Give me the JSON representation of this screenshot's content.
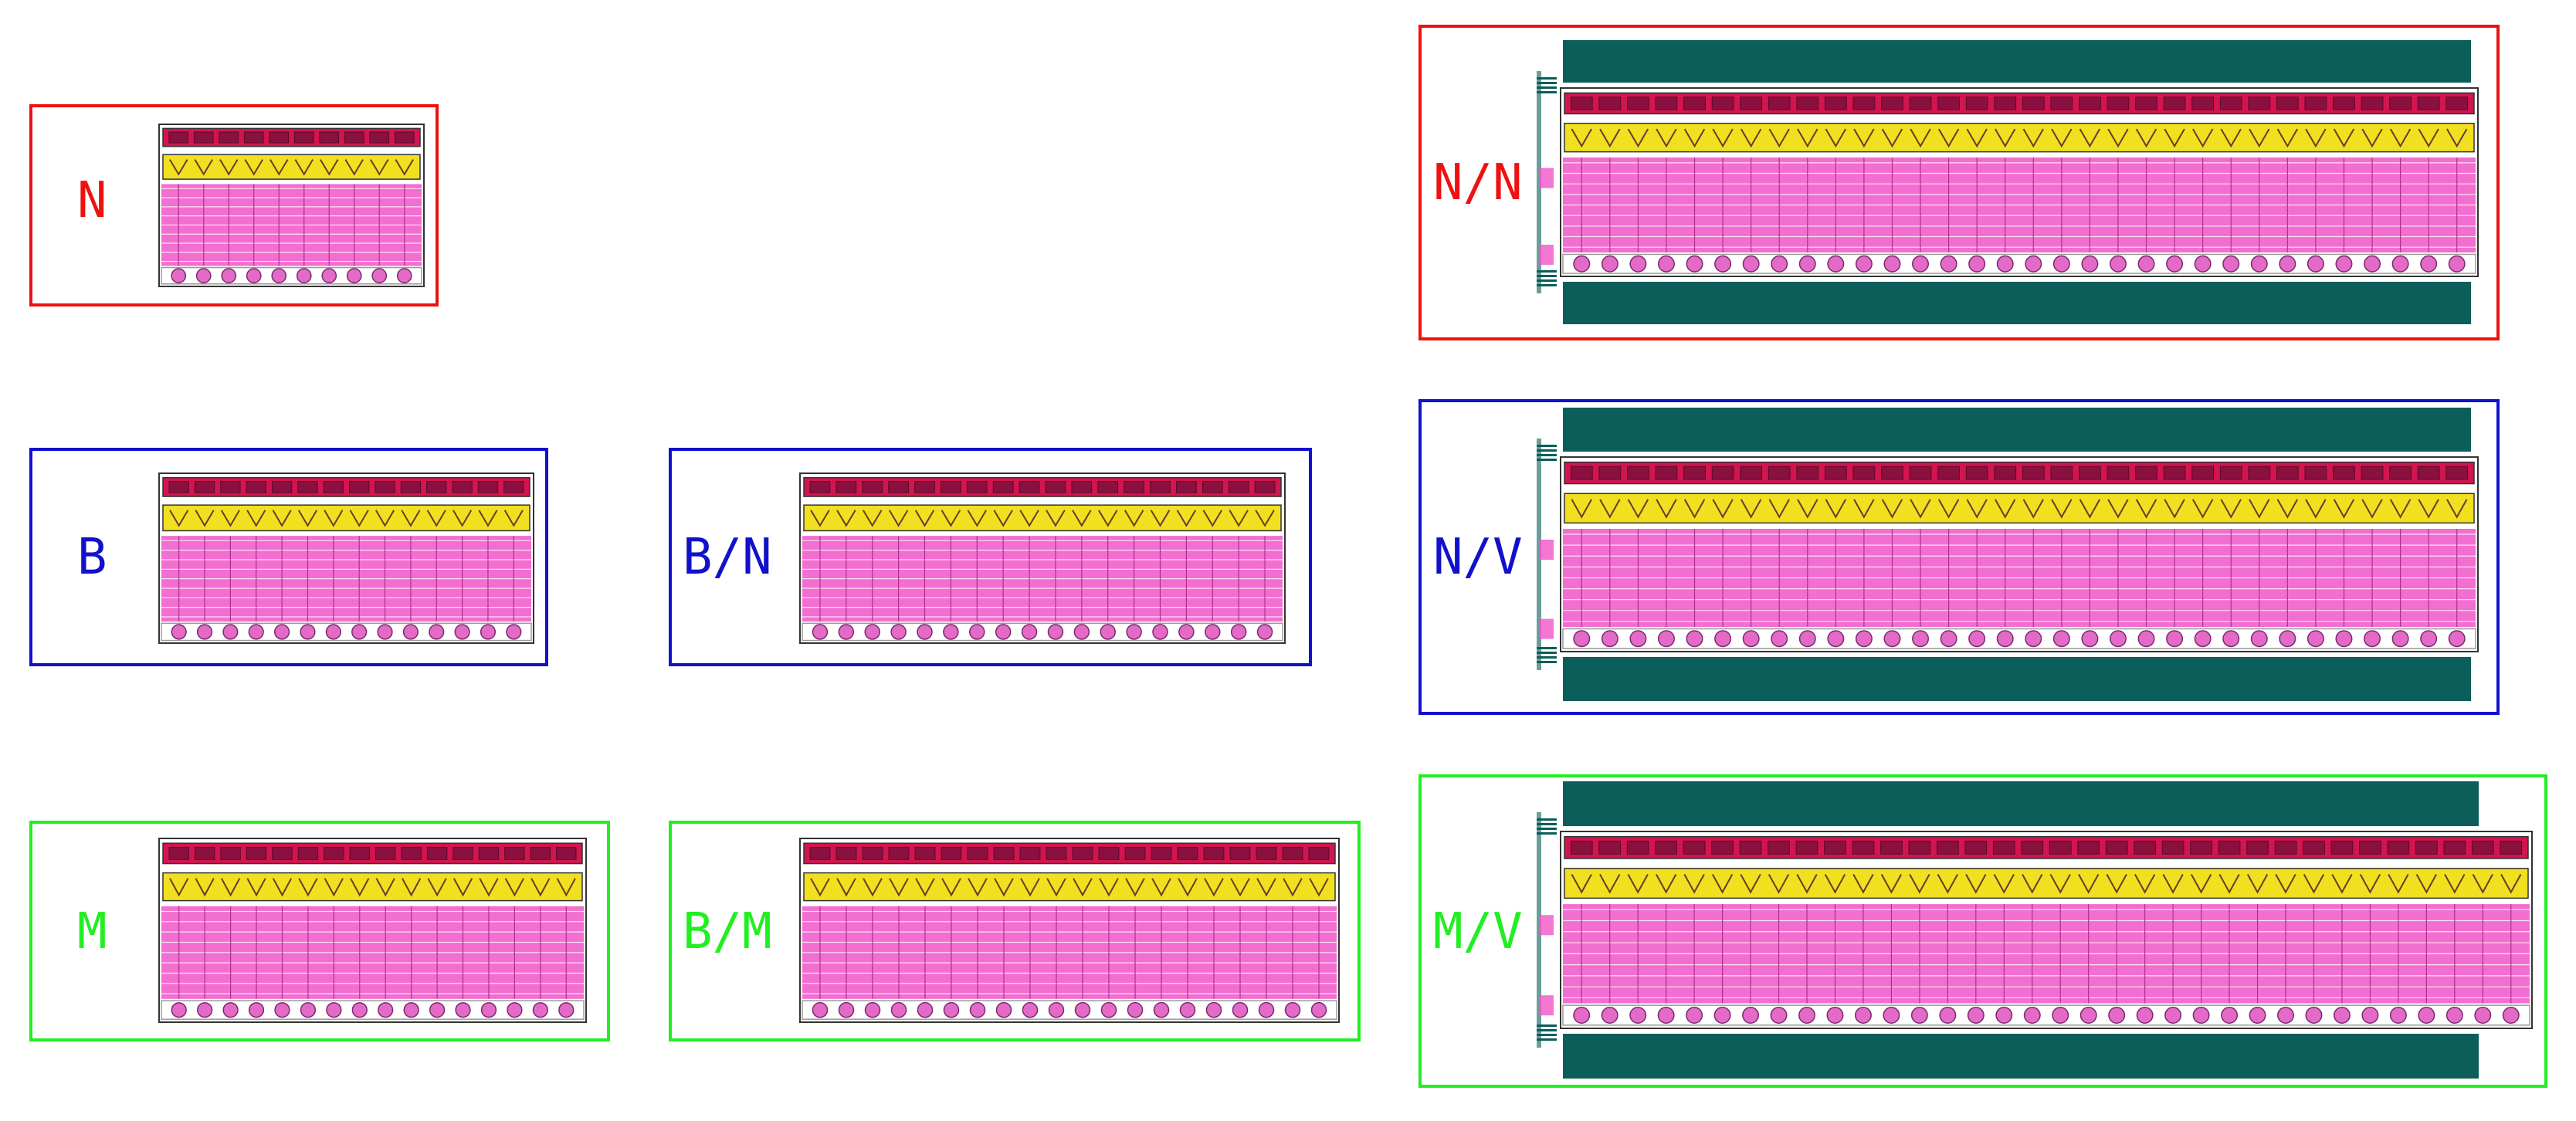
{
  "colors": {
    "red": "#ee1111",
    "blue": "#1111cc",
    "green": "#22ee22",
    "guard_ring_teal": "#0b5e5a",
    "gate_red": "#d2154f",
    "diffusion_yellow": "#f0e020",
    "implant_pink": "#f055c8",
    "metal_gray": "#9a9a9a",
    "outline_dark": "#333333"
  },
  "panels": [
    {
      "id": "n",
      "label": "N",
      "color": "red",
      "variant": "small",
      "blocks": 10
    },
    {
      "id": "b",
      "label": "B",
      "color": "blue",
      "variant": "small",
      "blocks": 14
    },
    {
      "id": "bn",
      "label": "B/N",
      "color": "blue",
      "variant": "small",
      "blocks": 18
    },
    {
      "id": "m",
      "label": "M",
      "color": "green",
      "variant": "small",
      "blocks": 16
    },
    {
      "id": "bm",
      "label": "B/M",
      "color": "green",
      "variant": "small",
      "blocks": 20
    },
    {
      "id": "nn",
      "label": "N/N",
      "color": "red",
      "variant": "large",
      "blocks": 32
    },
    {
      "id": "nv",
      "label": "N/V",
      "color": "blue",
      "variant": "large",
      "blocks": 32
    },
    {
      "id": "mv",
      "label": "M/V",
      "color": "green",
      "variant": "large",
      "blocks": 34
    }
  ]
}
